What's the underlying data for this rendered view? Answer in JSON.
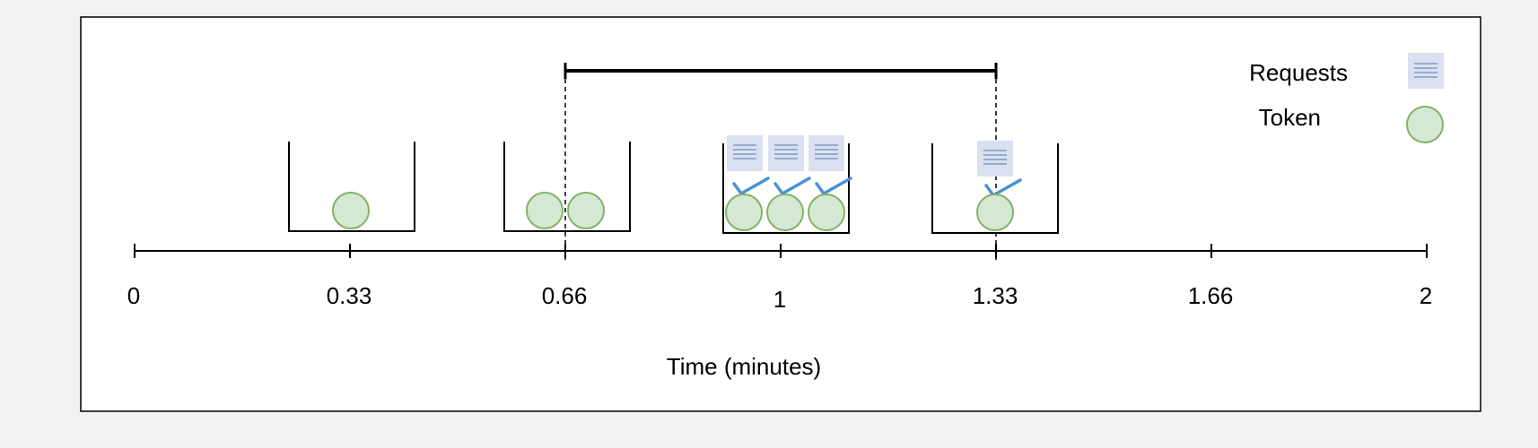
{
  "legend": {
    "requests_label": "Requests",
    "token_label": "Token"
  },
  "axis": {
    "title": "Time (minutes)",
    "ticks": [
      "0",
      "0.33",
      "0.66",
      "1",
      "1.33",
      "1.66",
      "2"
    ]
  },
  "buckets": [
    {
      "time": "0.33",
      "tokens": 1,
      "requests": 0
    },
    {
      "time": "0.66",
      "tokens": 2,
      "requests": 0
    },
    {
      "time": "1",
      "tokens": 3,
      "requests": 3
    },
    {
      "time": "1.33",
      "tokens": 1,
      "requests": 1
    }
  ],
  "window": {
    "start": "0.66",
    "end": "1.33"
  },
  "colors": {
    "token_fill": "#d5e8d4",
    "token_stroke": "#82b366",
    "request_fill": "#dae0f0",
    "request_line": "#6c8ebf",
    "check": "#4a90d9",
    "frame_bg": "#ffffff"
  }
}
